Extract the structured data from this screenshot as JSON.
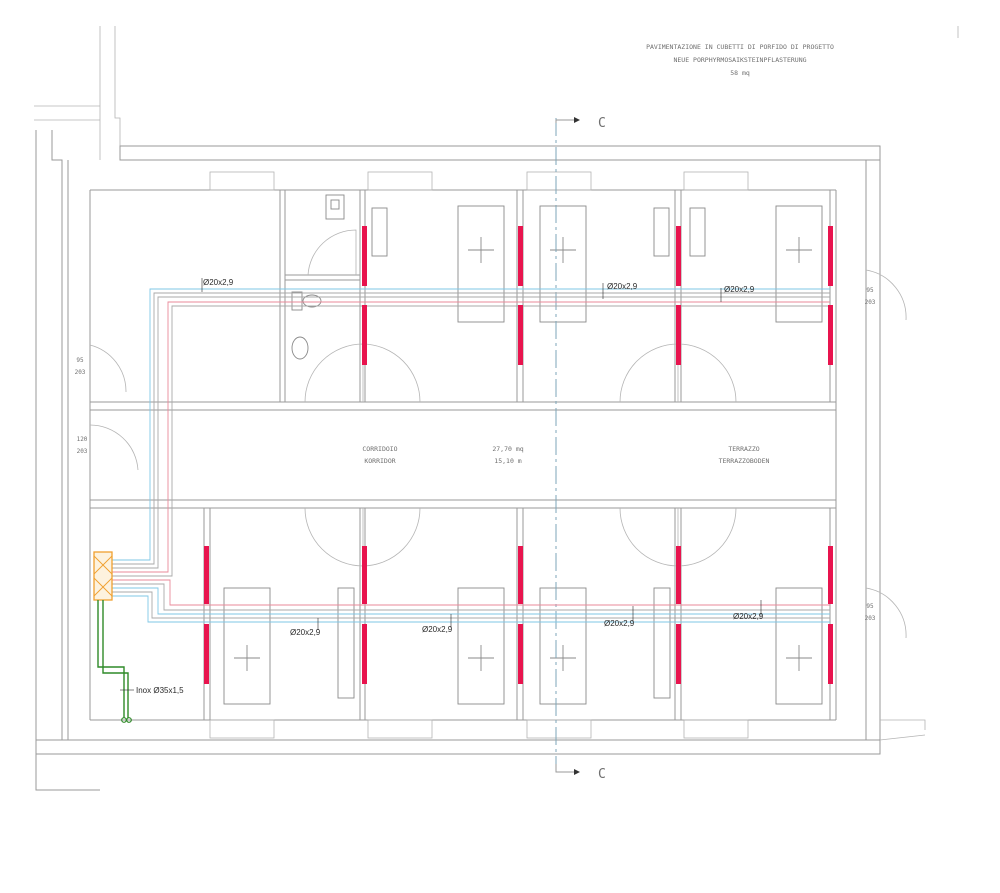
{
  "header": {
    "line1": "PAVIMENTAZIONE IN CUBETTI DI PORFIDO DI PROGETTO",
    "line2": "NEUE PORPHYRMOSAIKSTEINPFLASTERUNG",
    "line3": "58 mq"
  },
  "section": {
    "label": "C"
  },
  "rooms": {
    "corridor_it": "CORRIDOIO",
    "corridor_de": "KORRIDOR",
    "area": "27,70 mq",
    "perimeter": "15,10 m",
    "terrace_it": "TERRAZZO",
    "terrace_de": "TERRAZZOBODEN"
  },
  "doors": {
    "left_upper": [
      "95",
      "203"
    ],
    "left_lower": [
      "120",
      "203"
    ],
    "right_upper": [
      "95",
      "203"
    ],
    "right_lower": [
      "95",
      "203"
    ]
  },
  "pipes": {
    "top_1": "Ø20x2,9",
    "top_2": "Ø20x2,9",
    "top_3": "Ø20x2,9",
    "bottom_1": "Ø20x2,9",
    "bottom_2": "Ø20x2,9",
    "bottom_3": "Ø20x2,9",
    "bottom_4": "Ø20x2,9",
    "inox": "Inox Ø35x1,5"
  },
  "colors": {
    "heater": "#e8144e",
    "supply_pipe": "#7fc7e6",
    "return_pipe": "#e98a9a",
    "main_pipe": "#2f8a28",
    "manifold": "#f0a030"
  }
}
